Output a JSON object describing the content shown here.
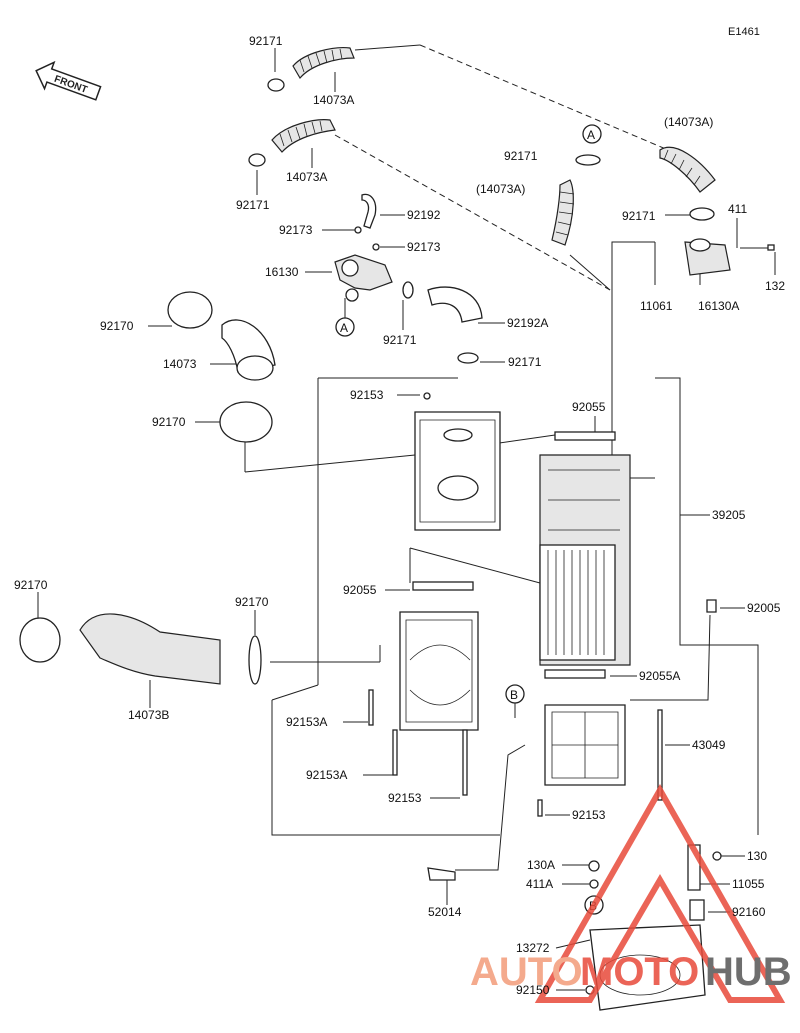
{
  "diagram_code": "E1461",
  "front_label": "FRONT",
  "parts": {
    "p92171_a": "92171",
    "p14073a_a": "14073A",
    "p14073a_b": "14073A",
    "p92171_b": "92171",
    "p14073a_ref1": "(14073A)",
    "p14073a_ref2": "(14073A)",
    "p92171_c": "92171",
    "p92171_d": "92171",
    "p411": "411",
    "p92192": "92192",
    "p92173_a": "92173",
    "p92173_b": "92173",
    "p16130": "16130",
    "p132": "132",
    "p11061": "11061",
    "p16130a": "16130A",
    "p92170_a": "92170",
    "p92192a": "92192A",
    "p14073": "14073",
    "p92171_e": "92171",
    "p92171_f": "92171",
    "p92153_a": "92153",
    "p92055_a": "92055",
    "p92170_b": "92170",
    "p39205": "39205",
    "p92170_c": "92170",
    "p92170_d": "92170",
    "p92055_b": "92055",
    "p92005": "92005",
    "p14073b": "14073B",
    "p92055a": "92055A",
    "p92153a_a": "92153A",
    "p43049": "43049",
    "p92153a_b": "92153A",
    "p92153_b": "92153",
    "p92153_c": "92153",
    "p130a": "130A",
    "p130": "130",
    "p411a": "411A",
    "p11055": "11055",
    "p52014": "52014",
    "p92160": "92160",
    "p13272": "13272",
    "p92150": "92150"
  },
  "callouts": {
    "a1": "A",
    "a2": "A",
    "b1": "B",
    "b2": "B"
  },
  "watermark": {
    "part1": "AUTO",
    "part2": "MOTO",
    "part3": "HUB",
    "color_main": "#f39c7a",
    "color_accent": "#e84a3a",
    "color_dark": "#555555"
  }
}
